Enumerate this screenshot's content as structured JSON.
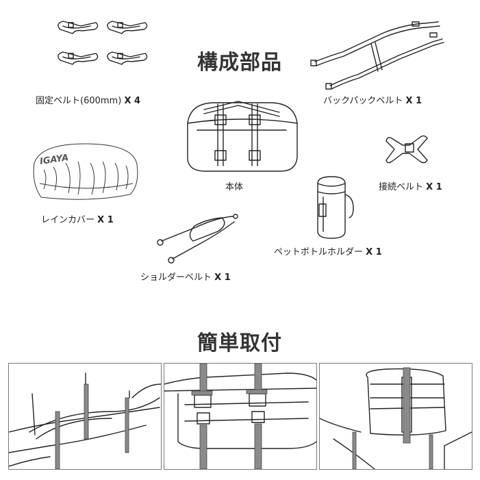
{
  "sections": {
    "components_title": "構成部品",
    "installation_title": "簡単取付"
  },
  "parts": {
    "fixing_belt": {
      "name": "固定ベルト(600mm)",
      "qty": "X 4"
    },
    "backpack_belt": {
      "name": "バックパックベルト",
      "qty": "X 1"
    },
    "main_body": {
      "name": "本体"
    },
    "connecting_belt": {
      "name": "接続ベルト",
      "qty": "X 1"
    },
    "rain_cover": {
      "name": "レインカバー",
      "qty": "X 1",
      "logo_text": "IGAYA"
    },
    "bottle_holder": {
      "name": "ペットボトルホルダー",
      "qty": "X 1"
    },
    "shoulder_belt": {
      "name": "ショルダーベルト",
      "qty": "X 1"
    }
  }
}
